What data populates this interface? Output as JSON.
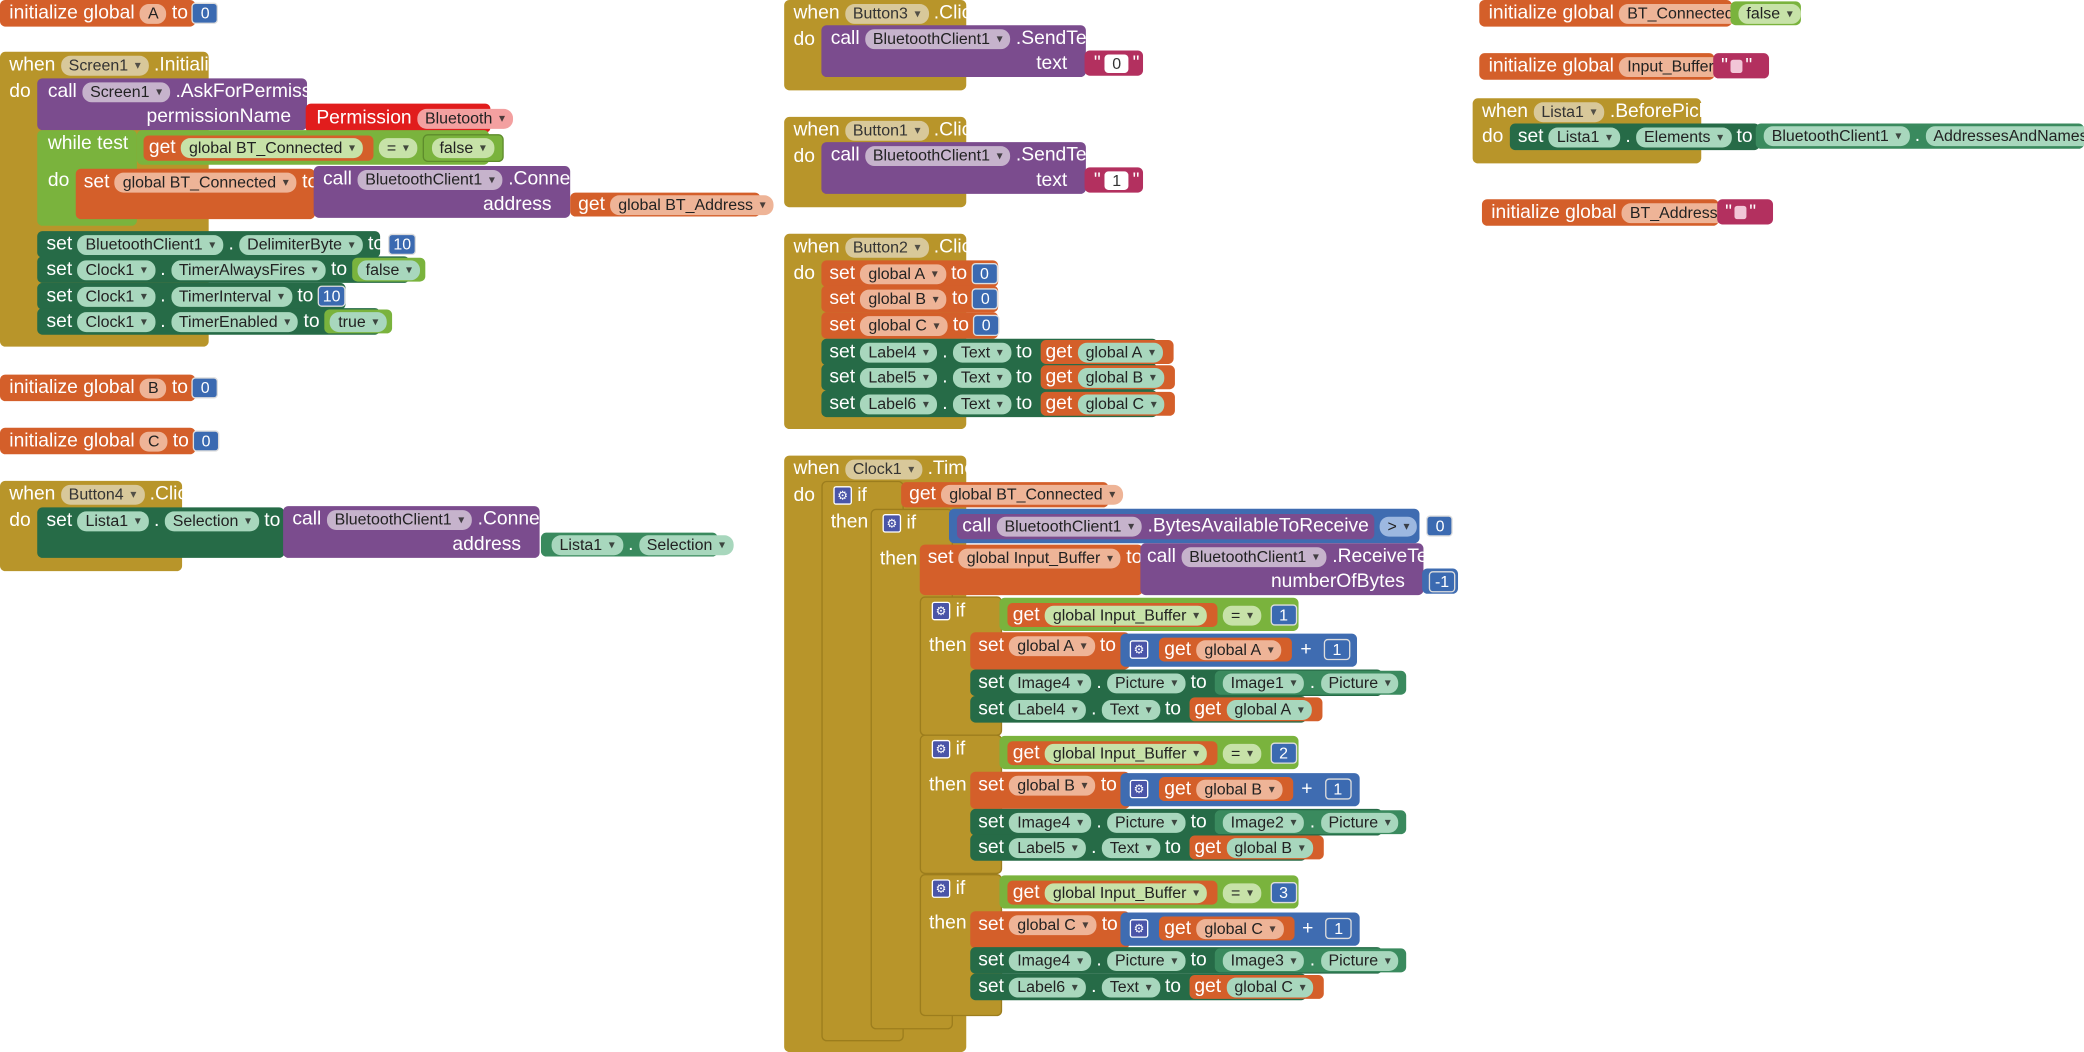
{
  "kw": {
    "initialize_global": "initialize global",
    "to": "to",
    "when": "when",
    "do": "do",
    "call": "call",
    "set": "set",
    "get": "get",
    "while": "while",
    "test": "test",
    "if": "if",
    "then": "then",
    "text": "text",
    "address": "address",
    "permissionName": "permissionName",
    "numberOfBytes": "numberOfBytes",
    "dot": "."
  },
  "vars": {
    "A": "A",
    "B": "B",
    "C": "C",
    "bt_connected": "BT_Connected",
    "input_buffer": "Input_Buffer",
    "bt_address": "BT_Address",
    "g_a": "global A",
    "g_b": "global B",
    "g_c": "global C",
    "g_btc": "global BT_Connected",
    "g_inbuf": "global Input_Buffer",
    "g_btaddr": "global BT_Address"
  },
  "comp": {
    "screen1": "Screen1",
    "button1": "Button1",
    "button2": "Button2",
    "button3": "Button3",
    "button4": "Button4",
    "clock1": "Clock1",
    "bt": "BluetoothClient1",
    "lista1": "Lista1",
    "label4": "Label4",
    "label5": "Label5",
    "label6": "Label6",
    "image1": "Image1",
    "image2": "Image2",
    "image3": "Image3",
    "image4": "Image4",
    "permission": "Permission",
    "bluetooth": "Bluetooth"
  },
  "ev": {
    "initialize": ".Initialize",
    "click": ".Click",
    "timer": ".Timer",
    "before_picking": ".BeforePicking",
    "ask": ".AskForPermission",
    "connect": ".Connect",
    "send_text": ".SendText",
    "bytes_avail": ".BytesAvailableToReceive",
    "receive_text": ".ReceiveText"
  },
  "props": {
    "delimiter": "DelimiterByte",
    "always_fires": "TimerAlwaysFires",
    "interval": "TimerInterval",
    "enabled": "TimerEnabled",
    "selection": "Selection",
    "elements": "Elements",
    "addresses": "AddressesAndNames",
    "text": "Text",
    "picture": "Picture"
  },
  "ops": {
    "eq": "=",
    "gt": ">",
    "plus": "+"
  },
  "lit": {
    "n0": "0",
    "n1": "1",
    "n2": "2",
    "n3": "3",
    "n10": "10",
    "neg1": "-1",
    "false": "false",
    "true": "true",
    "s0": "0",
    "s1": "1",
    "quote": "\""
  },
  "colors": {
    "event": "#b8952a",
    "procedure": "#7b4c8e",
    "variable": "#d45f2a",
    "component_prop": "#266b47",
    "logic": "#7ab33d",
    "math": "#3f6cb1",
    "text": "#b3305f",
    "permission": "#e11d1d"
  }
}
